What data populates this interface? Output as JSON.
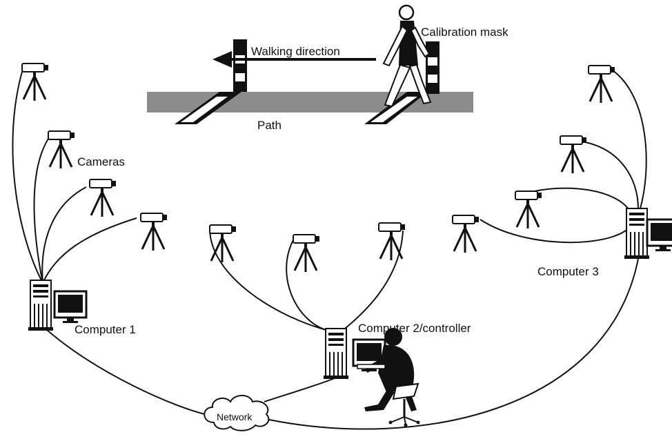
{
  "labels": {
    "calibration_mask": "Calibration mask",
    "walking_direction": "Walking direction",
    "path": "Path",
    "cameras": "Cameras",
    "computer1": "Computer 1",
    "computer2": "Computer 2/controller",
    "computer3": "Computer 3",
    "network": "Network"
  },
  "colors": {
    "path_fill": "#8c8c8c",
    "ink": "#111111"
  }
}
